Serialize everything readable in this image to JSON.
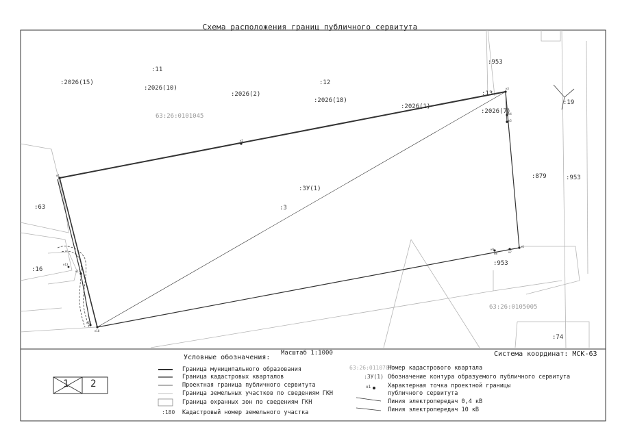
{
  "title": "Схема расположения границ публичного сервитута",
  "map_labels": {
    "parcel_15": ":2026(15)",
    "parcel_10": ":2026(10)",
    "parcel_2": ":2026(2)",
    "parcel_18": ":2026(18)",
    "parcel_1": ":2026(1)",
    "parcel_7": ":2026(7)",
    "parcel_11": ":11",
    "parcel_12": ":12",
    "parcel_13": ":13",
    "parcel_953a": ":953",
    "parcel_953b": ":953",
    "parcel_953c": ":953",
    "parcel_879": ":879",
    "parcel_19": ":19",
    "parcel_63": ":63",
    "parcel_16": ":16",
    "parcel_3": ":3",
    "parcel_74": ":74",
    "servitude_zu1": ":ЗУ(1)",
    "quarter_1": "63:26:0101045",
    "quarter_2": "63:26:0105005"
  },
  "points": {
    "h1": "н1",
    "h2": "н2",
    "h3": "н3",
    "h4": "н4",
    "h5": "н5",
    "h6": "н6",
    "h7": "н7",
    "h8": "н8",
    "h9": "н9",
    "h10": "н10",
    "h11": "н11",
    "h12": "н12",
    "h13": "н13"
  },
  "footer": {
    "legend_title": "Условные обозначения:",
    "scale": "Масштаб 1:1000",
    "coord_system": "Система координат: МСК-63",
    "sheet_left": "1",
    "sheet_right": "2"
  },
  "legend_left": [
    {
      "text": "Граница муниципального образования",
      "style": "thick"
    },
    {
      "text": "Граница кадастровых кварталов",
      "style": "medium"
    },
    {
      "text": "Проектная граница публичного сервитута",
      "style": "thin"
    },
    {
      "text": "Граница земельных участков по сведениям ГКН",
      "style": "thin-light"
    },
    {
      "text": "Граница охранных зон по сведениям ГКН",
      "style": "box"
    },
    {
      "text": "Кадастровый номер земельного участка",
      "style": "sample",
      "sample": ":180"
    }
  ],
  "legend_right": [
    {
      "text": "Номер кадастрового квартала",
      "sample": "63:26:0110707"
    },
    {
      "text": "Обозначение контура образуемого публичного сервитута",
      "sample": ":ЗУ(1)"
    },
    {
      "text": "Характерная точка проектной границы",
      "sample": "н1"
    },
    {
      "text": "публичного сервитута"
    },
    {
      "text": "Линия электропередач 0,4 кВ"
    },
    {
      "text": "Линия электропередач 10 кВ"
    }
  ],
  "colors": {
    "line": "#333333",
    "light": "#b0b0b0",
    "gray_text": "#999999"
  }
}
